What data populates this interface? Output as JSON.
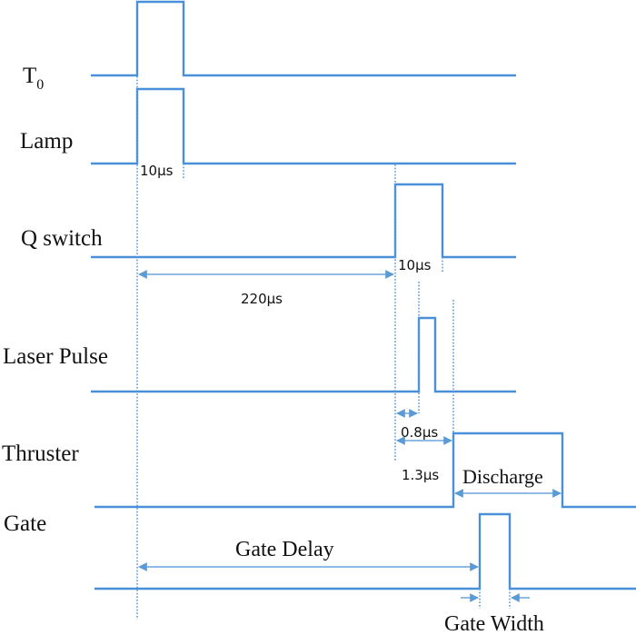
{
  "diagram": {
    "title": "Timing diagram",
    "color_signal": "#4a90d9",
    "color_annotation": "#5b9bd5",
    "signals": [
      {
        "id": "t0",
        "name_main": "T",
        "name_sub": "0"
      },
      {
        "id": "lamp",
        "name": "Lamp"
      },
      {
        "id": "qswitch",
        "name": "Q switch"
      },
      {
        "id": "laser",
        "name": "Laser Pulse"
      },
      {
        "id": "thruster",
        "name": "Thruster"
      },
      {
        "id": "gate",
        "name": "Gate"
      }
    ],
    "annotations": {
      "lamp_width": "10μs",
      "qswitch_width": "10μs",
      "lamp_to_qswitch": "220μs",
      "qswitch_to_laser": "0.8μs",
      "qswitch_to_thruster": "1.3μs",
      "discharge": "Discharge",
      "gate_delay": "Gate Delay",
      "gate_width": "Gate Width"
    }
  }
}
